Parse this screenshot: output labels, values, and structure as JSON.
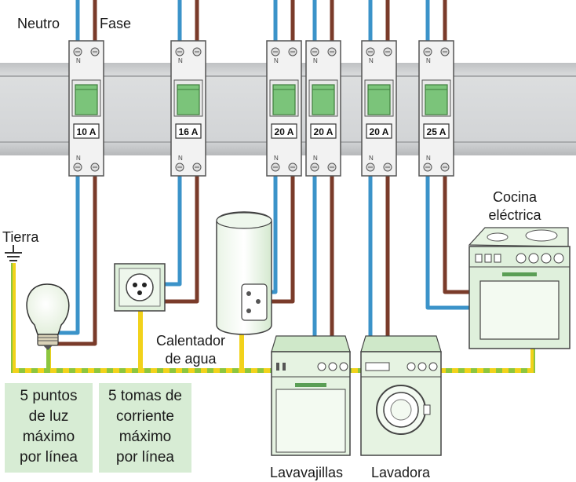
{
  "labels": {
    "neutro": "Neutro",
    "fase": "Fase",
    "tierra": "Tierra",
    "cocina_line1": "Cocina",
    "cocina_line2": "eléctrica",
    "calentador_line1": "Calentador",
    "calentador_line2": "de agua",
    "lavavajillas": "Lavavajillas",
    "lavadora": "Lavadora"
  },
  "notes": {
    "luz": [
      "5 puntos",
      "de luz",
      "máximo",
      "por línea"
    ],
    "tomas": [
      "5 tomas de",
      "corriente",
      "máximo",
      "por línea"
    ]
  },
  "breakers": [
    {
      "rating": "10 A",
      "terminal_label": "N"
    },
    {
      "rating": "16 A",
      "terminal_label": "N"
    },
    {
      "rating": "20 A",
      "terminal_label": "N"
    },
    {
      "rating": "20 A",
      "terminal_label": "N"
    },
    {
      "rating": "20 A",
      "terminal_label": "N"
    },
    {
      "rating": "25 A",
      "terminal_label": "N"
    }
  ],
  "colors": {
    "neutral_wire": "#3b93c9",
    "phase_wire": "#7a3b2a",
    "earth_wire_green": "#8cc63f",
    "earth_wire_yellow": "#f2d21b",
    "rail": "#cfd1d3",
    "breaker_handle": "#7bc47a",
    "appliance": "#dff0dc",
    "note_box": "#d7ecd4"
  }
}
